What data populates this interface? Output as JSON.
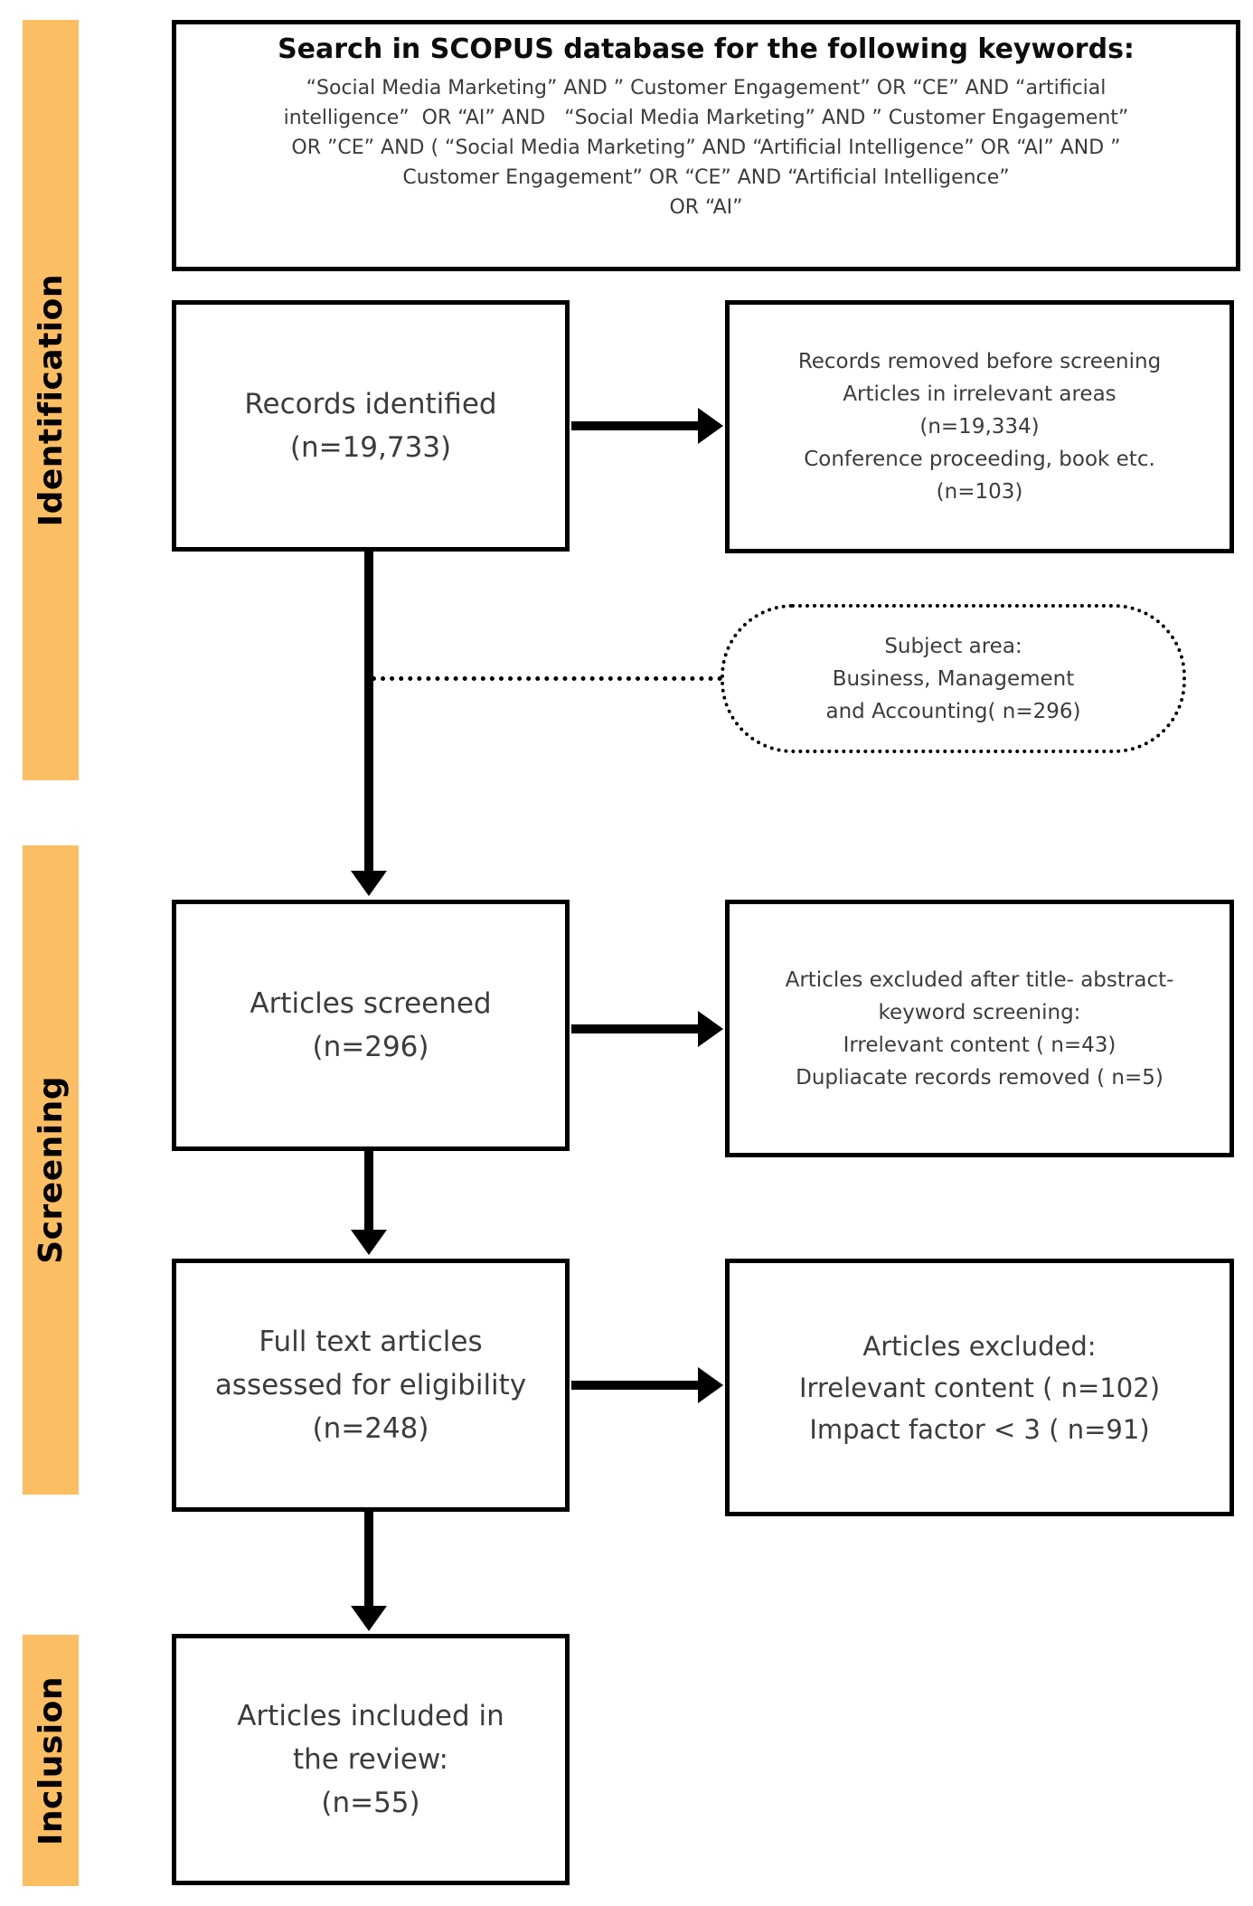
{
  "colors": {
    "stage_bar": "#FCBE63",
    "border": "#000000",
    "text": "#3c3c3c"
  },
  "stages": [
    {
      "label": "Identification"
    },
    {
      "label": "Screening"
    },
    {
      "label": "Inclusion"
    }
  ],
  "search_box": {
    "title": "Search in SCOPUS database for the following keywords:",
    "lines": [
      "“Social Media Marketing” AND ” Customer Engagement” OR “CE” AND “artificial",
      "intelligence”  OR “AI” AND   “Social Media Marketing” AND ” Customer Engagement”",
      "OR ”CE” AND ( “Social Media Marketing” AND “Artificial Intelligence” OR “AI” AND ”",
      "Customer Engagement” OR “CE” AND “Artificial Intelligence”",
      "OR “AI”"
    ]
  },
  "flow": {
    "records_identified": {
      "lines": [
        "Records identified",
        "(n=19,733)"
      ]
    },
    "records_removed": {
      "lines": [
        "Records removed before screening",
        "Articles in irrelevant areas",
        "(n=19,334)",
        "Conference proceeding, book etc.",
        "(n=103)"
      ]
    },
    "subject_area": {
      "lines": [
        "Subject area:",
        "Business, Management",
        "and Accounting( n=296)"
      ]
    },
    "articles_screened": {
      "lines": [
        "Articles screened",
        "(n=296)"
      ]
    },
    "excluded_screening": {
      "lines": [
        "Articles excluded after title- abstract-",
        "keyword screening:",
        "Irrelevant content ( n=43)",
        "Dupliacate records removed ( n=5)"
      ]
    },
    "full_text": {
      "lines": [
        "Full text articles",
        "assessed for eligibility",
        "(n=248)"
      ]
    },
    "excluded_fulltext": {
      "lines": [
        "Articles excluded:",
        "Irrelevant content ( n=102)",
        "Impact factor < 3 ( n=91)"
      ]
    },
    "included": {
      "lines": [
        "Articles included in",
        "the review:",
        "(n=55)"
      ]
    }
  }
}
